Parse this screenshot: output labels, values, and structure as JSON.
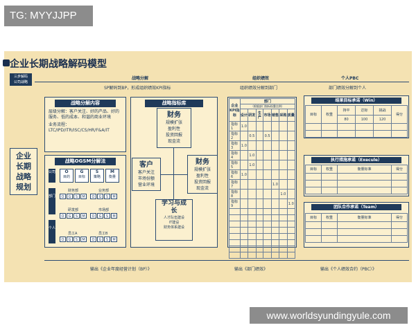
{
  "overlay_top": "TG: MYYJJPP",
  "overlay_bottom": "www.worldsyundingyule.com",
  "title": "企业长期战略解码模型",
  "steps_label": "三步解码\n公司战略",
  "left_label": [
    "企业",
    "长期",
    "战略",
    "规划"
  ],
  "section1": {
    "title": "战略分解",
    "subtitle": "SP解码到BP，形成组织绩效KPI指标",
    "content_title": "战略分解内容",
    "level_text": "层级分解：客户关注、好的产品、好的服务、低的成本、和谐的商业环境",
    "biz_text": "业务流程：LTC/IPD/ITR/ISC/CS/HR/F&A/IT",
    "ogsm_title": "战略OGSM分解法",
    "rows": [
      "公司",
      "部门",
      "个人"
    ],
    "ogsm_letters": [
      "O",
      "G",
      "S",
      "M"
    ],
    "ogsm_sub": [
      "目的",
      "目标",
      "策略",
      "衡量"
    ],
    "dept_labels": [
      "财务部",
      "业务部",
      "研发部",
      "市场部"
    ],
    "staff_labels": [
      "员工A",
      "员工B"
    ],
    "kpi_title": "战略指标库",
    "finance_title": "财务",
    "finance_items": [
      "规模扩张",
      "盈利性",
      "投资回报",
      "现金流"
    ],
    "customer_title": "客户",
    "customer_items": [
      "客户关注",
      "市场份额",
      "营业环境"
    ],
    "learning_title": "学习与成长",
    "learning_items": [
      "人才队伍建设",
      "IT建设",
      "财务体系建设"
    ],
    "output": "输出《企业年度经营计划（BP）》"
  },
  "section2": {
    "title": "组织绩效",
    "subtitle": "组织绩效分解到部门",
    "dept_header": "部门",
    "dept_sub": "（根据部门指标权重比例）",
    "kpi_header": "企业KPI指标",
    "dept_cols": [
      "设计",
      "研发",
      "生产",
      "市场",
      "销售",
      "采购",
      "质量"
    ],
    "rows": [
      {
        "name": "指标1",
        "cells": [
          "1.0",
          "",
          "",
          "",
          "",
          "",
          ""
        ]
      },
      {
        "name": "指标2",
        "cells": [
          "",
          "0.5",
          "",
          "0.5",
          "",
          "",
          ""
        ]
      },
      {
        "name": "指标3",
        "cells": [
          "1.0",
          "",
          "",
          "",
          "",
          "",
          ""
        ]
      },
      {
        "name": "指标4",
        "cells": [
          "",
          "1.0",
          "",
          "",
          "",
          "",
          ""
        ]
      },
      {
        "name": "指标5",
        "cells": [
          "",
          "1.0",
          "",
          "",
          "",
          "",
          ""
        ]
      },
      {
        "name": "指标6",
        "cells": [
          "1.0",
          "",
          "",
          "",
          "",
          "",
          ""
        ]
      },
      {
        "name": "指标7",
        "cells": [
          "",
          "",
          "",
          "",
          "1.0",
          "",
          ""
        ]
      },
      {
        "name": "指标8",
        "cells": [
          "",
          "",
          "",
          "",
          "",
          "1.0",
          ""
        ]
      },
      {
        "name": "指标9",
        "cells": [
          "",
          "",
          "",
          "",
          "",
          "",
          "1.0"
        ]
      }
    ],
    "output": "输出《部门绩效》"
  },
  "section3": {
    "title": "个人PBC",
    "subtitle": "部门绩效分解到个人",
    "win_title": "结果目标承诺（Win）",
    "execute_title": "执行措施承诺（Execule）",
    "team_title": "团队合作承诺（Team）",
    "col_target": "目标",
    "col_weight": "权重",
    "col_standard": "衡量标准",
    "col_score": "得分",
    "win_levels": [
      "持平",
      "达标",
      "挑战"
    ],
    "win_values": [
      "80",
      "100",
      "120"
    ],
    "output": "输出《个人绩效合约（PBC）》"
  }
}
